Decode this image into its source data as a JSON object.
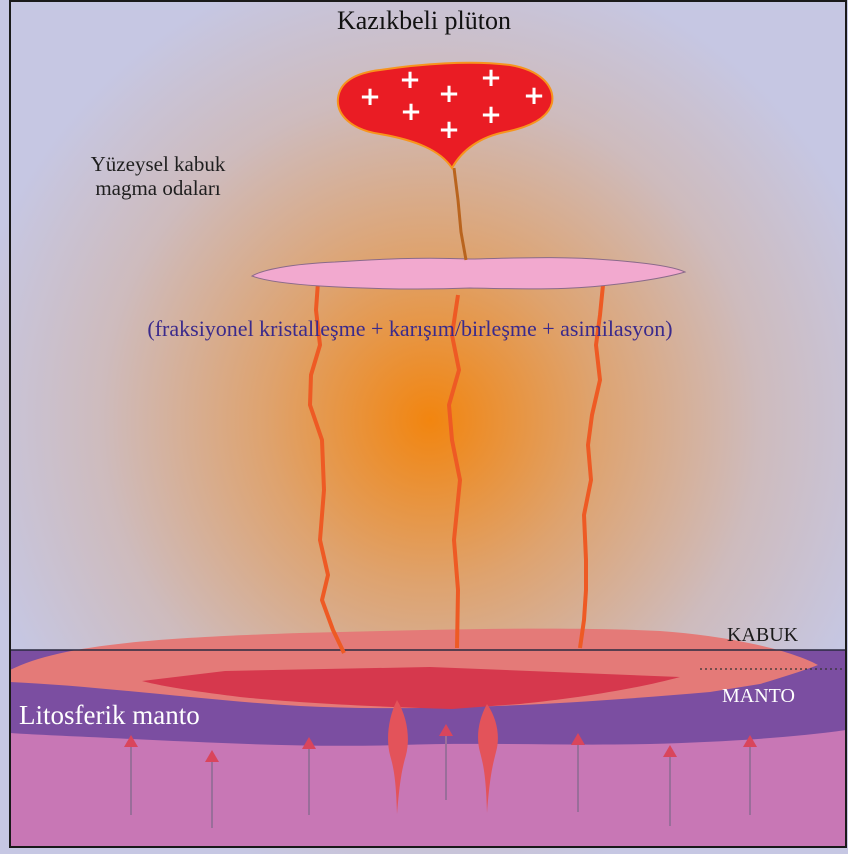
{
  "diagram": {
    "title": "Kazıkbeli plüton",
    "upper_crust_chambers_label": "Yüzeysel kabuk magma odaları",
    "process_label": "(fraksiyonel kristalleşme + karışım/birleşme + asimilasyon)",
    "crust_label": "KABUK",
    "mantle_label": "MANTO",
    "lithospheric_mantle_label": "Litosferik manto",
    "pluton_symbol": "+"
  },
  "colors": {
    "background": "#c6c7e3",
    "heat_glow": "#f2850f",
    "pluton_fill": "#ea1c24",
    "feeder_dike": "#b9641e",
    "shallow_chamber": "#f2a9cf",
    "magma_dikes": "#ee5a24",
    "crust_base_layer": "#e47a78",
    "mafic_underplate": "#d6384d",
    "lithospheric_mantle": "#7b4ea1",
    "asthenosphere": "#c877b5",
    "upwelling_arrows": "#d9455c",
    "process_text": "#3a2a8c"
  }
}
